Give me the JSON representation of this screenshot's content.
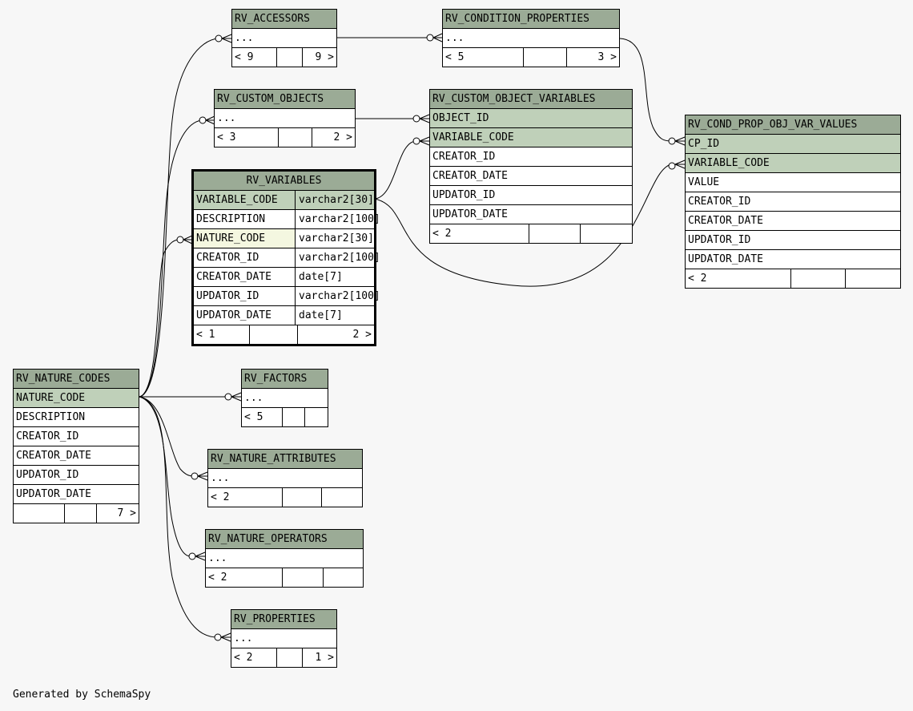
{
  "tables": {
    "rv_accessors": {
      "name": "RV_ACCESSORS",
      "rows": [
        "..."
      ],
      "foot_left": "< 9",
      "foot_right": "9 >"
    },
    "rv_condition_properties": {
      "name": "RV_CONDITION_PROPERTIES",
      "rows": [
        "..."
      ],
      "foot_left": "< 5",
      "foot_right": "3 >"
    },
    "rv_custom_objects": {
      "name": "RV_CUSTOM_OBJECTS",
      "rows": [
        "..."
      ],
      "foot_left": "< 3",
      "foot_right": "2 >"
    },
    "rv_custom_object_variables": {
      "name": "RV_CUSTOM_OBJECT_VARIABLES",
      "rows": [
        "OBJECT_ID",
        "VARIABLE_CODE",
        "CREATOR_ID",
        "CREATOR_DATE",
        "UPDATOR_ID",
        "UPDATOR_DATE"
      ],
      "foot_left": "< 2",
      "foot_right": ""
    },
    "rv_cond_prop_obj_var_values": {
      "name": "RV_COND_PROP_OBJ_VAR_VALUES",
      "rows": [
        "CP_ID",
        "VARIABLE_CODE",
        "VALUE",
        "CREATOR_ID",
        "CREATOR_DATE",
        "UPDATOR_ID",
        "UPDATOR_DATE"
      ],
      "foot_left": "< 2",
      "foot_right": ""
    },
    "rv_variables": {
      "name": "RV_VARIABLES",
      "rows": [
        {
          "col": "VARIABLE_CODE",
          "type": "varchar2[30]"
        },
        {
          "col": "DESCRIPTION",
          "type": "varchar2[100]"
        },
        {
          "col": "NATURE_CODE",
          "type": "varchar2[30]"
        },
        {
          "col": "CREATOR_ID",
          "type": "varchar2[100]"
        },
        {
          "col": "CREATOR_DATE",
          "type": "date[7]"
        },
        {
          "col": "UPDATOR_ID",
          "type": "varchar2[100]"
        },
        {
          "col": "UPDATOR_DATE",
          "type": "date[7]"
        }
      ],
      "foot_left": "< 1",
      "foot_right": "2 >"
    },
    "rv_nature_codes": {
      "name": "RV_NATURE_CODES",
      "rows": [
        "NATURE_CODE",
        "DESCRIPTION",
        "CREATOR_ID",
        "CREATOR_DATE",
        "UPDATOR_ID",
        "UPDATOR_DATE"
      ],
      "foot_left": "",
      "foot_right": "7 >"
    },
    "rv_factors": {
      "name": "RV_FACTORS",
      "rows": [
        "..."
      ],
      "foot_left": "< 5",
      "foot_right": ""
    },
    "rv_nature_attributes": {
      "name": "RV_NATURE_ATTRIBUTES",
      "rows": [
        "..."
      ],
      "foot_left": "< 2",
      "foot_right": ""
    },
    "rv_nature_operators": {
      "name": "RV_NATURE_OPERATORS",
      "rows": [
        "..."
      ],
      "foot_left": "< 2",
      "foot_right": ""
    },
    "rv_properties": {
      "name": "RV_PROPERTIES",
      "rows": [
        "..."
      ],
      "foot_left": "< 2",
      "foot_right": "1 >"
    }
  },
  "colors": {
    "header": "#9bab96",
    "primary_key": "#bfd0b9",
    "foreign_key": "#f4f7e0",
    "background": "#f7f7f7"
  },
  "footer": "Generated by SchemaSpy"
}
